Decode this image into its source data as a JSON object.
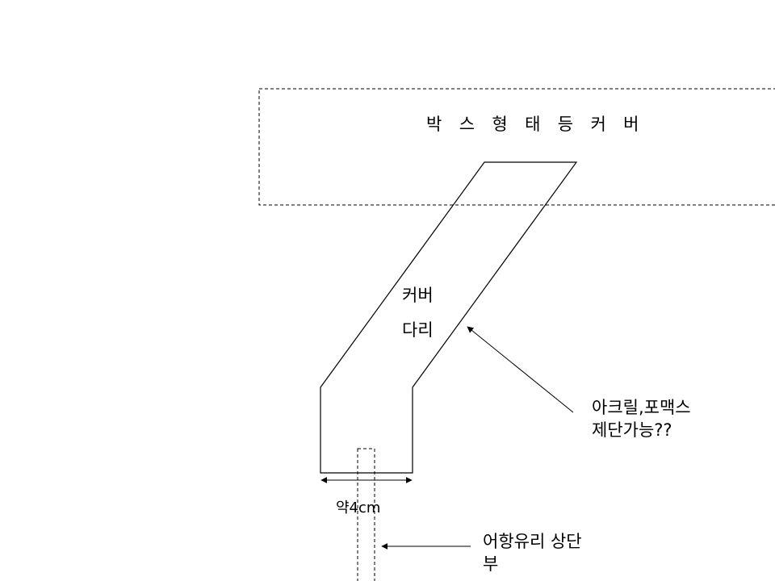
{
  "labels": {
    "box_cover": "박 스 형 태 등 커 버",
    "cover": "커버",
    "leg": "다리",
    "material_line1": "아크릴,포맥스",
    "material_line2": "제단가능??",
    "width": "약4cm",
    "tank_line1": "어항유리 상단",
    "tank_line2": "부"
  },
  "colors": {
    "stroke": "#000000",
    "background": "#ffffff"
  }
}
